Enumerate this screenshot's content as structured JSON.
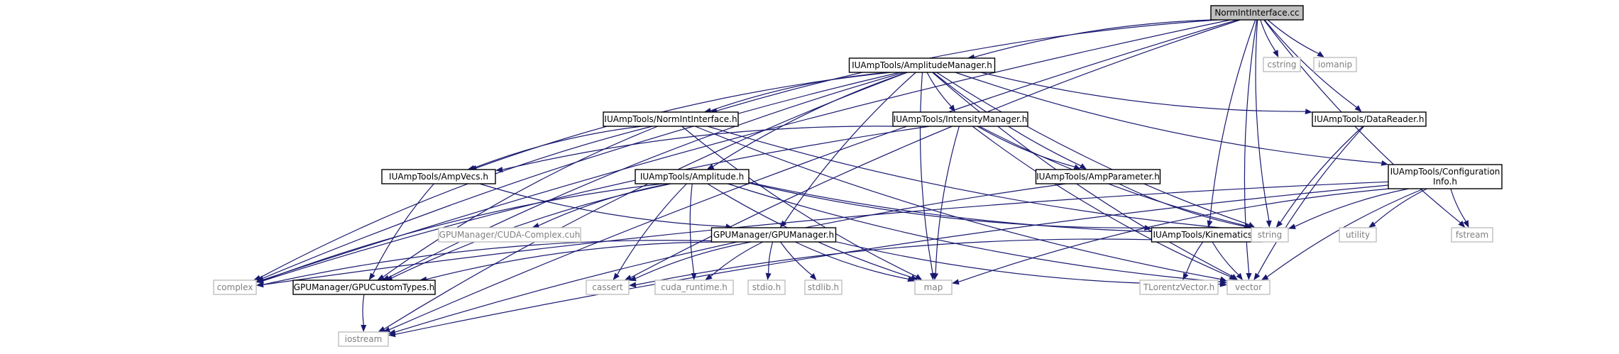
{
  "graph": {
    "root": "NormIntInterface.cc",
    "edge_color": "#191970",
    "nodes": [
      {
        "id": "root",
        "lines": [
          "NormIntInterface.cc"
        ],
        "style": "root"
      },
      {
        "id": "cstring",
        "lines": [
          "cstring"
        ],
        "style": "external"
      },
      {
        "id": "iomanip",
        "lines": [
          "iomanip"
        ],
        "style": "external"
      },
      {
        "id": "ampmgr",
        "lines": [
          "IUAmpTools/AmplitudeManager.h"
        ],
        "style": "header"
      },
      {
        "id": "normint",
        "lines": [
          "IUAmpTools/NormIntInterface.h"
        ],
        "style": "header"
      },
      {
        "id": "intmgr",
        "lines": [
          "IUAmpTools/IntensityManager.h"
        ],
        "style": "header"
      },
      {
        "id": "datareader",
        "lines": [
          "IUAmpTools/DataReader.h"
        ],
        "style": "header"
      },
      {
        "id": "ampvecs",
        "lines": [
          "IUAmpTools/AmpVecs.h"
        ],
        "style": "header"
      },
      {
        "id": "amplitude",
        "lines": [
          "IUAmpTools/Amplitude.h"
        ],
        "style": "header"
      },
      {
        "id": "ampparam",
        "lines": [
          "IUAmpTools/AmpParameter.h"
        ],
        "style": "header"
      },
      {
        "id": "config",
        "lines": [
          "IUAmpTools/Configuration",
          "Info.h"
        ],
        "style": "header"
      },
      {
        "id": "cudacomplex",
        "lines": [
          "GPUManager/CUDA-Complex.cuh"
        ],
        "style": "external"
      },
      {
        "id": "gpumgr",
        "lines": [
          "GPUManager/GPUManager.h"
        ],
        "style": "header"
      },
      {
        "id": "kinematics",
        "lines": [
          "IUAmpTools/Kinematics.h"
        ],
        "style": "header"
      },
      {
        "id": "string",
        "lines": [
          "string"
        ],
        "style": "external"
      },
      {
        "id": "utility",
        "lines": [
          "utility"
        ],
        "style": "external"
      },
      {
        "id": "fstream",
        "lines": [
          "fstream"
        ],
        "style": "external"
      },
      {
        "id": "complex",
        "lines": [
          "complex"
        ],
        "style": "external"
      },
      {
        "id": "gpucustom",
        "lines": [
          "GPUManager/GPUCustomTypes.h"
        ],
        "style": "header"
      },
      {
        "id": "cassert",
        "lines": [
          "cassert"
        ],
        "style": "external"
      },
      {
        "id": "cudaruntime",
        "lines": [
          "cuda_runtime.h"
        ],
        "style": "external"
      },
      {
        "id": "stdio",
        "lines": [
          "stdio.h"
        ],
        "style": "external"
      },
      {
        "id": "stdlib",
        "lines": [
          "stdlib.h"
        ],
        "style": "external"
      },
      {
        "id": "map",
        "lines": [
          "map"
        ],
        "style": "external"
      },
      {
        "id": "tlorentz",
        "lines": [
          "TLorentzVector.h"
        ],
        "style": "external"
      },
      {
        "id": "vector",
        "lines": [
          "vector"
        ],
        "style": "external"
      },
      {
        "id": "iostream",
        "lines": [
          "iostream"
        ],
        "style": "external"
      }
    ],
    "edges": [
      [
        "root",
        "cstring"
      ],
      [
        "root",
        "iomanip"
      ],
      [
        "root",
        "ampmgr"
      ],
      [
        "root",
        "normint"
      ],
      [
        "root",
        "datareader"
      ],
      [
        "root",
        "string"
      ],
      [
        "root",
        "fstream"
      ],
      [
        "root",
        "vector"
      ],
      [
        "root",
        "kinematics"
      ],
      [
        "root",
        "complex"
      ],
      [
        "root",
        "iostream"
      ],
      [
        "root",
        "cassert"
      ],
      [
        "ampmgr",
        "normint"
      ],
      [
        "ampmgr",
        "intmgr"
      ],
      [
        "ampmgr",
        "datareader"
      ],
      [
        "ampmgr",
        "config"
      ],
      [
        "ampmgr",
        "ampvecs"
      ],
      [
        "ampmgr",
        "amplitude"
      ],
      [
        "ampmgr",
        "ampparam"
      ],
      [
        "ampmgr",
        "gpumgr"
      ],
      [
        "ampmgr",
        "string"
      ],
      [
        "ampmgr",
        "map"
      ],
      [
        "ampmgr",
        "vector"
      ],
      [
        "ampmgr",
        "complex"
      ],
      [
        "ampmgr",
        "iostream"
      ],
      [
        "ampmgr",
        "gpucustom"
      ],
      [
        "normint",
        "ampvecs"
      ],
      [
        "normint",
        "gpucustom"
      ],
      [
        "normint",
        "complex"
      ],
      [
        "normint",
        "map"
      ],
      [
        "normint",
        "string"
      ],
      [
        "normint",
        "vector"
      ],
      [
        "intmgr",
        "ampvecs"
      ],
      [
        "intmgr",
        "ampparam"
      ],
      [
        "intmgr",
        "string"
      ],
      [
        "intmgr",
        "map"
      ],
      [
        "intmgr",
        "vector"
      ],
      [
        "intmgr",
        "complex"
      ],
      [
        "datareader",
        "string"
      ],
      [
        "datareader",
        "vector"
      ],
      [
        "ampvecs",
        "gpumgr"
      ],
      [
        "ampvecs",
        "gpucustom"
      ],
      [
        "amplitude",
        "cudacomplex"
      ],
      [
        "amplitude",
        "gpucustom"
      ],
      [
        "amplitude",
        "kinematics"
      ],
      [
        "amplitude",
        "complex"
      ],
      [
        "amplitude",
        "cassert"
      ],
      [
        "amplitude",
        "cudaruntime"
      ],
      [
        "amplitude",
        "map"
      ],
      [
        "amplitude",
        "string"
      ],
      [
        "amplitude",
        "vector"
      ],
      [
        "ampparam",
        "string"
      ],
      [
        "ampparam",
        "iostream"
      ],
      [
        "config",
        "string"
      ],
      [
        "config",
        "utility"
      ],
      [
        "config",
        "fstream"
      ],
      [
        "config",
        "map"
      ],
      [
        "config",
        "vector"
      ],
      [
        "config",
        "iostream"
      ],
      [
        "config",
        "complex"
      ],
      [
        "gpumgr",
        "gpucustom"
      ],
      [
        "gpumgr",
        "complex"
      ],
      [
        "gpumgr",
        "cassert"
      ],
      [
        "gpumgr",
        "cudaruntime"
      ],
      [
        "gpumgr",
        "stdio"
      ],
      [
        "gpumgr",
        "stdlib"
      ],
      [
        "gpumgr",
        "map"
      ],
      [
        "gpumgr",
        "vector"
      ],
      [
        "kinematics",
        "tlorentz"
      ],
      [
        "kinematics",
        "vector"
      ],
      [
        "kinematics",
        "cassert"
      ],
      [
        "gpucustom",
        "iostream"
      ]
    ]
  }
}
